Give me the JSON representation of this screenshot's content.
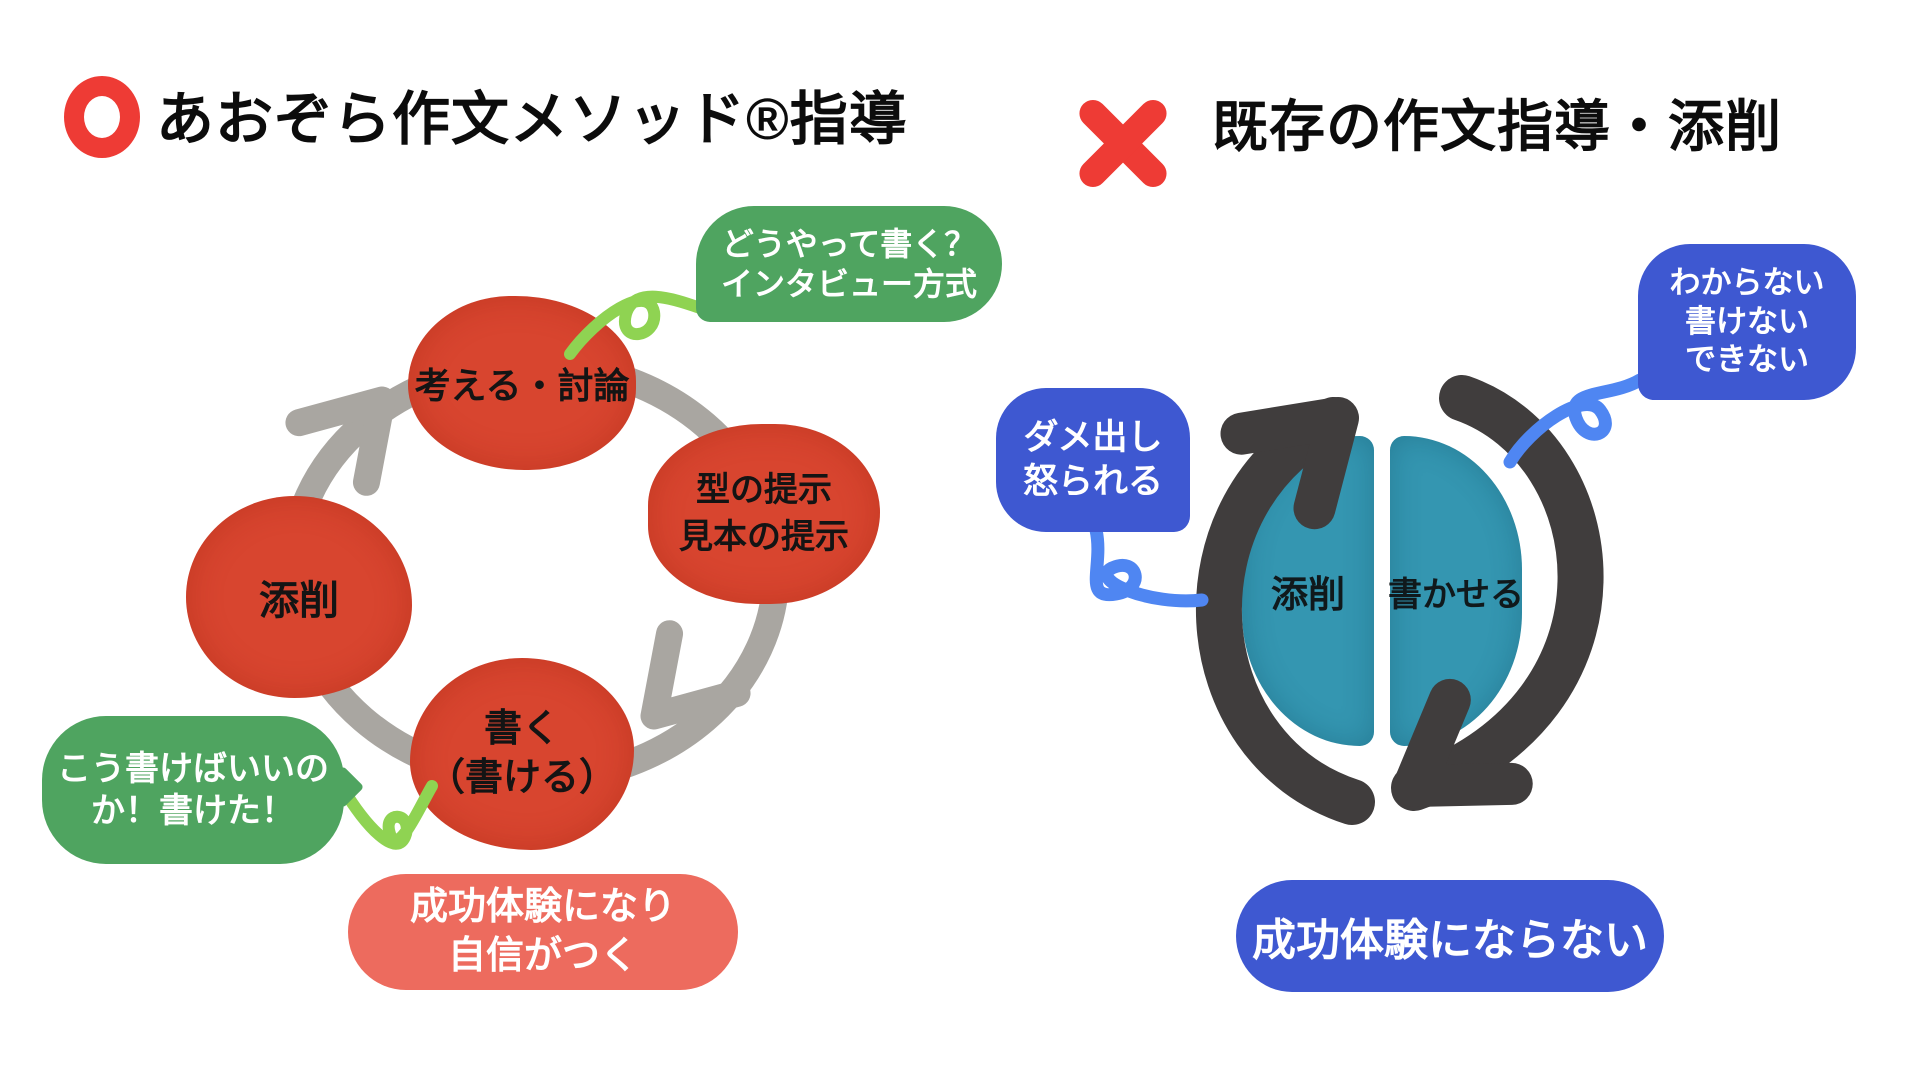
{
  "colors": {
    "mark_red": "#ee3b35",
    "node_red": "#d8452f",
    "bubble_green": "#4fa460",
    "curl_green": "#8fd352",
    "cycle_arrow_gray": "#a9a6a1",
    "result_salmon": "#ed6b5e",
    "bubble_blue": "#3e58d1",
    "curl_blue": "#4f86f2",
    "half_teal": "#3496b1",
    "loop_arrow_dark": "#403d3d"
  },
  "left": {
    "mark": "good-circle-mark",
    "title": "あおぞら作文メソッド®指導",
    "bubble_how": {
      "line1": "どうやって書く？",
      "line2": "インタビュー方式"
    },
    "nodes": {
      "think": "考える・討論",
      "model_line1": "型の提示",
      "model_line2": "見本の提示",
      "write_line1": "書く",
      "write_line2": "（書ける）",
      "review": "添削"
    },
    "bubble_wrote": {
      "line1": "こう書けばいいの",
      "line2": "か！書けた！"
    },
    "result": {
      "line1": "成功体験になり",
      "line2": "自信がつく"
    }
  },
  "right": {
    "mark": "bad-cross-mark",
    "title": "既存の作文指導・添削",
    "bubble_cant": {
      "line1": "わからない",
      "line2": "書けない",
      "line3": "できない"
    },
    "bubble_scold": {
      "line1": "ダメ出し",
      "line2": "怒られる"
    },
    "half_left": "添削",
    "half_right": "書かせる",
    "result": "成功体験にならない"
  }
}
